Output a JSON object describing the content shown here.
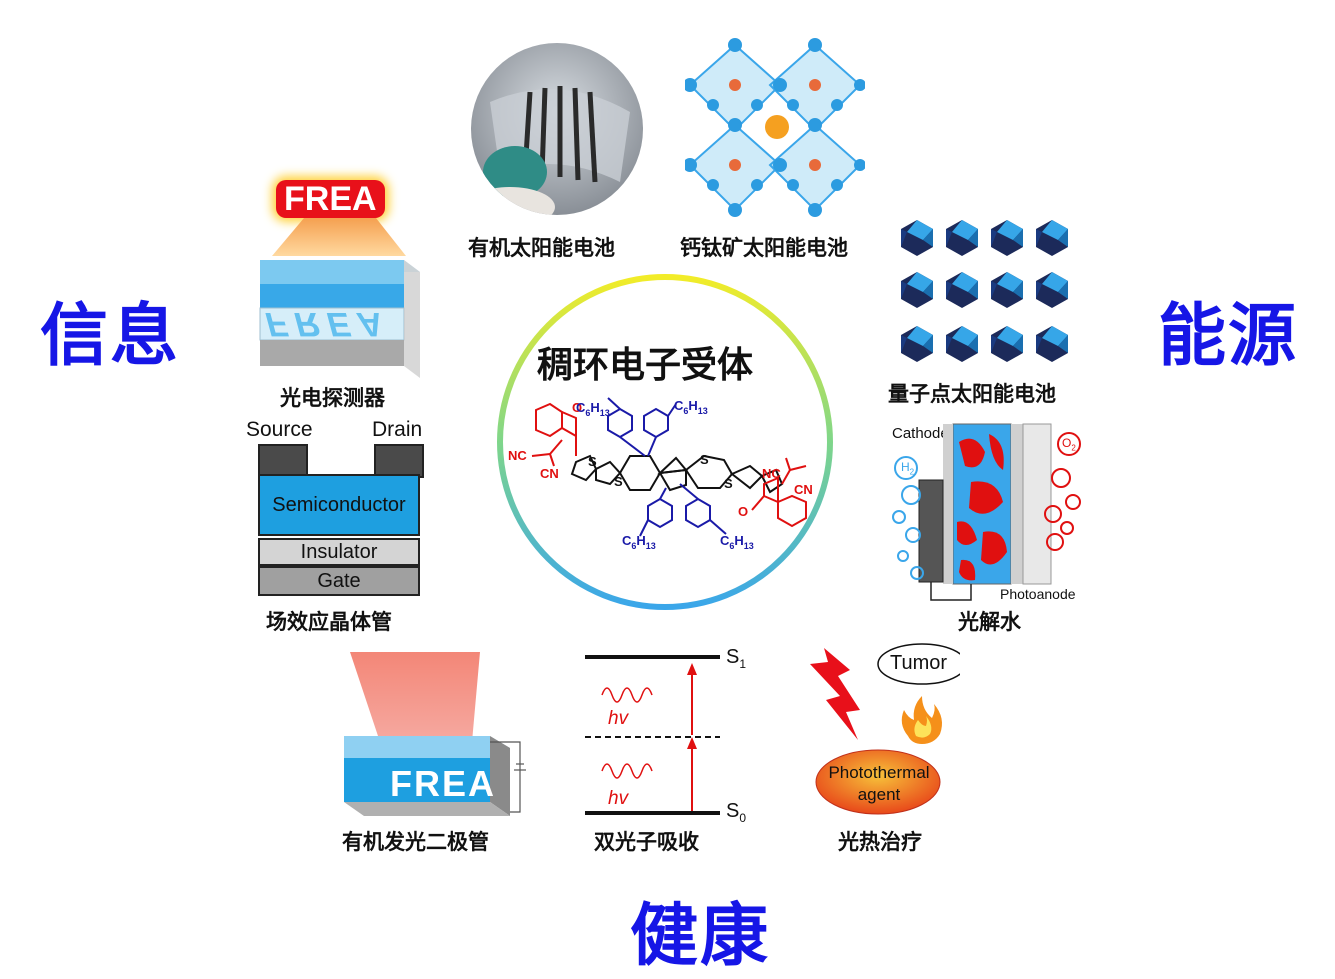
{
  "categories": {
    "info": "信息",
    "energy": "能源",
    "health": "健康"
  },
  "center": {
    "title": "稠环电子受体",
    "molecule": {
      "alkyl": "C6H13",
      "alkyl_sub": "6",
      "alkyl_sub2": "13",
      "cn": "CN",
      "nc": "NC",
      "o": "O",
      "s": "S"
    }
  },
  "captions": {
    "organic_solar": "有机太阳能电池",
    "perovskite": "钙钛矿太阳能电池",
    "quantum_dot": "量子点太阳能电池",
    "photodetector": "光电探测器",
    "transistor": "场效应晶体管",
    "water_split": "光解水",
    "oled": "有机发光二极管",
    "two_photon": "双光子吸收",
    "photothermal": "光热治疗"
  },
  "photodetector": {
    "badge": "FREA",
    "mirror": "FREA"
  },
  "transistor": {
    "source": "Source",
    "drain": "Drain",
    "semiconductor": "Semiconductor",
    "insulator": "Insulator",
    "gate": "Gate"
  },
  "water": {
    "cathode": "Cathode",
    "photoanode": "Photoanode",
    "h2": "H",
    "h2_sub": "2",
    "o2": "O",
    "o2_sub": "2"
  },
  "oled": {
    "label": "FREA"
  },
  "two_photon": {
    "s1": "S",
    "s1_sub": "1",
    "s0": "S",
    "s0_sub": "0",
    "hv": "hv"
  },
  "photothermal": {
    "tumor": "Tumor",
    "agent_line1": "Photothermal",
    "agent_line2": "agent"
  },
  "colors": {
    "category_blue": "#1616e6",
    "acceptor_red": "#e01010",
    "donor_blue": "#1a1aa8",
    "device_blue": "#1e9fe0"
  }
}
